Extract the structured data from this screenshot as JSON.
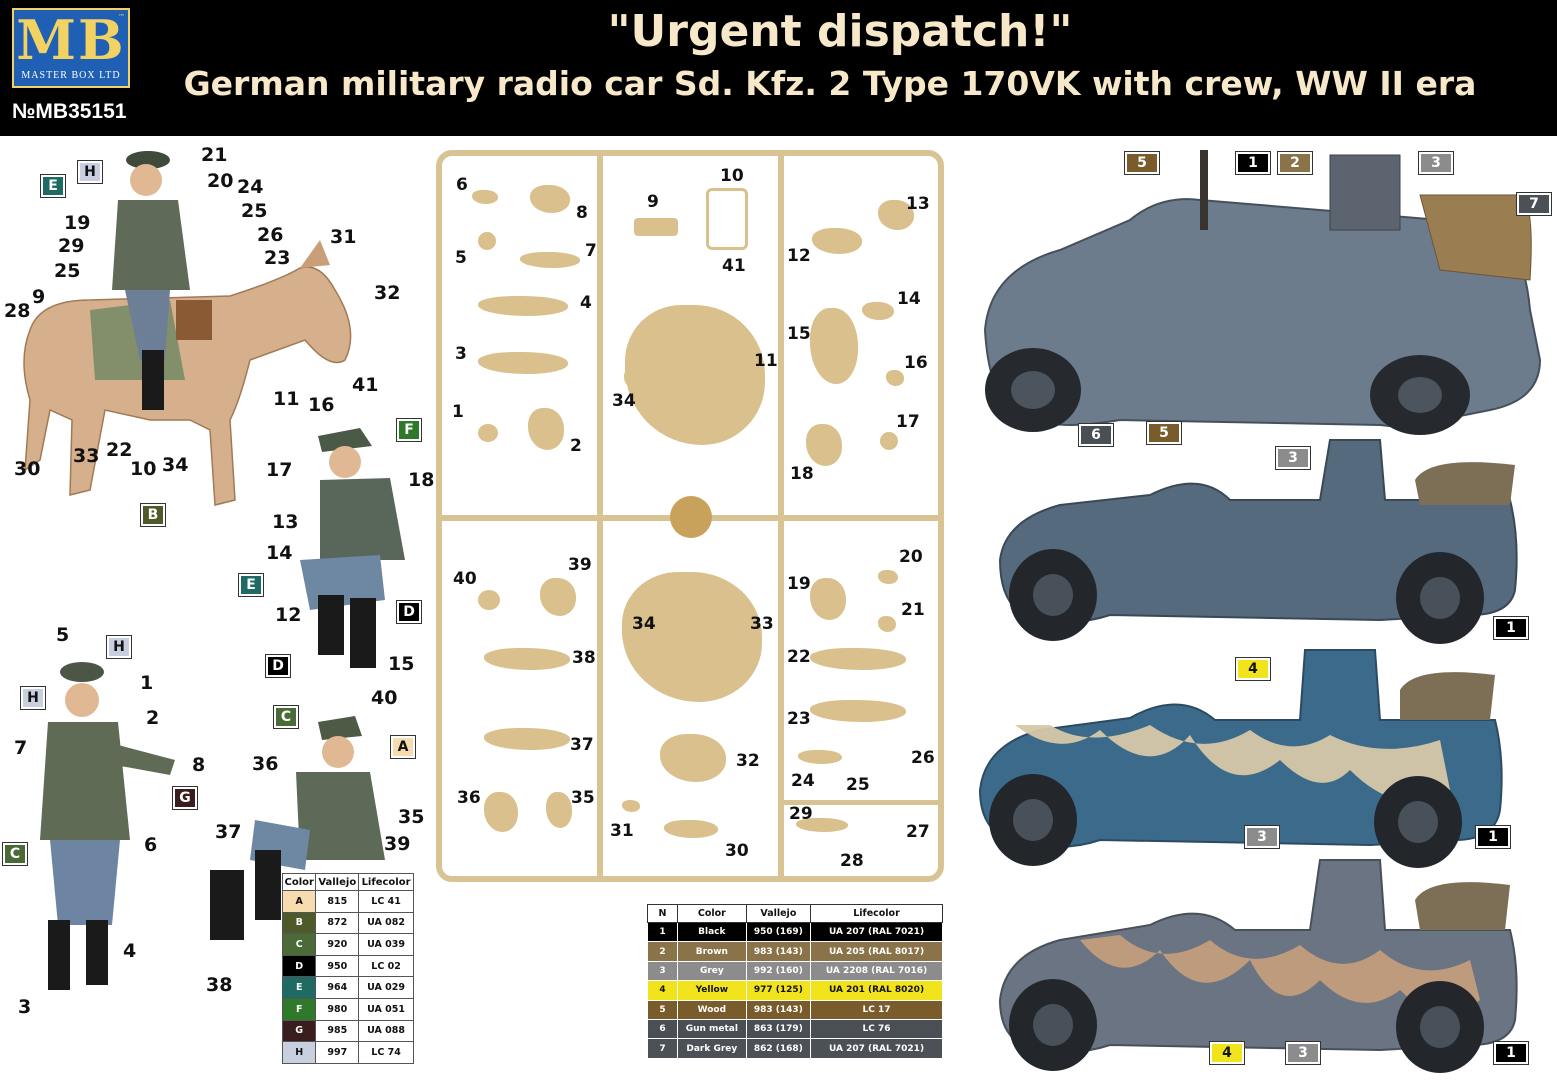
{
  "header": {
    "logo_text": "MB",
    "logo_subtext": "MASTER BOX LTD",
    "kit_number": "№MB35151",
    "title": "\"Urgent dispatch!\"",
    "subtitle": "German military radio car Sd. Kfz. 2 Type 170VK with crew, WW II era"
  },
  "colors": {
    "A": "#f6dcae",
    "B": "#4f5a2a",
    "C": "#4a6a38",
    "D": "#000000",
    "E": "#1f6a62",
    "F": "#2e7a2a",
    "G": "#3a1e1e",
    "H": "#c8d0e0",
    "1": "#000000",
    "2": "#8a7348",
    "3": "#8c8c8c",
    "4": "#f2e41c",
    "5": "#7a5c2c",
    "6": "#4a4f55",
    "7": "#4b5157"
  },
  "figure_callouts": {
    "rider": [
      "21",
      "20",
      "24",
      "25",
      "26",
      "23",
      "19",
      "29",
      "25",
      "9",
      "28",
      "31",
      "32",
      "41",
      "11",
      "33",
      "22",
      "10",
      "34",
      "30"
    ],
    "rider_colors": [
      "H",
      "E",
      "B"
    ],
    "seated_radio": [
      "16",
      "17",
      "13",
      "14",
      "12",
      "15",
      "18"
    ],
    "seated_radio_colors": [
      "F",
      "E",
      "D",
      "D"
    ],
    "officer": [
      "5",
      "1",
      "2",
      "7",
      "8",
      "6",
      "4",
      "3"
    ],
    "officer_colors": [
      "H",
      "H",
      "G",
      "C"
    ],
    "seated_driver": [
      "40",
      "36",
      "37",
      "35",
      "39",
      "38"
    ],
    "seated_driver_colors": [
      "C",
      "A"
    ]
  },
  "sprue_numbers": [
    "6",
    "8",
    "5",
    "7",
    "4",
    "3",
    "1",
    "2",
    "9",
    "10",
    "41",
    "11",
    "34",
    "13",
    "12",
    "14",
    "15",
    "16",
    "17",
    "18",
    "40",
    "39",
    "34",
    "33",
    "38",
    "37",
    "32",
    "36",
    "35",
    "31",
    "30",
    "20",
    "19",
    "21",
    "22",
    "23",
    "24",
    "25",
    "26",
    "29",
    "27",
    "28"
  ],
  "vehicle_callouts": {
    "view1": [
      "5",
      "1",
      "2",
      "3",
      "7",
      "6",
      "5"
    ],
    "view2": [
      "3",
      "1"
    ],
    "view3": [
      "4",
      "1",
      "3"
    ],
    "view4": [
      "4",
      "3",
      "1"
    ]
  },
  "figure_table": {
    "headers": [
      "Color",
      "Vallejo",
      "Lifecolor"
    ],
    "rows": [
      {
        "code": "A",
        "vallejo": "815",
        "lifecolor": "LC 41"
      },
      {
        "code": "B",
        "vallejo": "872",
        "lifecolor": "UA 082"
      },
      {
        "code": "C",
        "vallejo": "920",
        "lifecolor": "UA 039"
      },
      {
        "code": "D",
        "vallejo": "950",
        "lifecolor": "LC 02"
      },
      {
        "code": "E",
        "vallejo": "964",
        "lifecolor": "UA 029"
      },
      {
        "code": "F",
        "vallejo": "980",
        "lifecolor": "UA 051"
      },
      {
        "code": "G",
        "vallejo": "985",
        "lifecolor": "UA 088"
      },
      {
        "code": "H",
        "vallejo": "997",
        "lifecolor": "LC 74"
      }
    ]
  },
  "car_table": {
    "headers": [
      "N",
      "Color",
      "Vallejo",
      "Lifecolor"
    ],
    "rows": [
      {
        "n": "1",
        "color": "Black",
        "vallejo": "950 (169)",
        "lifecolor": "UA 207 (RAL 7021)"
      },
      {
        "n": "2",
        "color": "Brown",
        "vallejo": "983 (143)",
        "lifecolor": "UA 205 (RAL 8017)"
      },
      {
        "n": "3",
        "color": "Grey",
        "vallejo": "992 (160)",
        "lifecolor": "UA 2208 (RAL 7016)"
      },
      {
        "n": "4",
        "color": "Yellow",
        "vallejo": "977 (125)",
        "lifecolor": "UA 201 (RAL 8020)"
      },
      {
        "n": "5",
        "color": "Wood",
        "vallejo": "983 (143)",
        "lifecolor": "LC 17"
      },
      {
        "n": "6",
        "color": "Gun metal",
        "vallejo": "863 (179)",
        "lifecolor": "LC 76"
      },
      {
        "n": "7",
        "color": "Dark Grey",
        "vallejo": "862 (168)",
        "lifecolor": "UA 207 (RAL 7021)"
      }
    ]
  }
}
